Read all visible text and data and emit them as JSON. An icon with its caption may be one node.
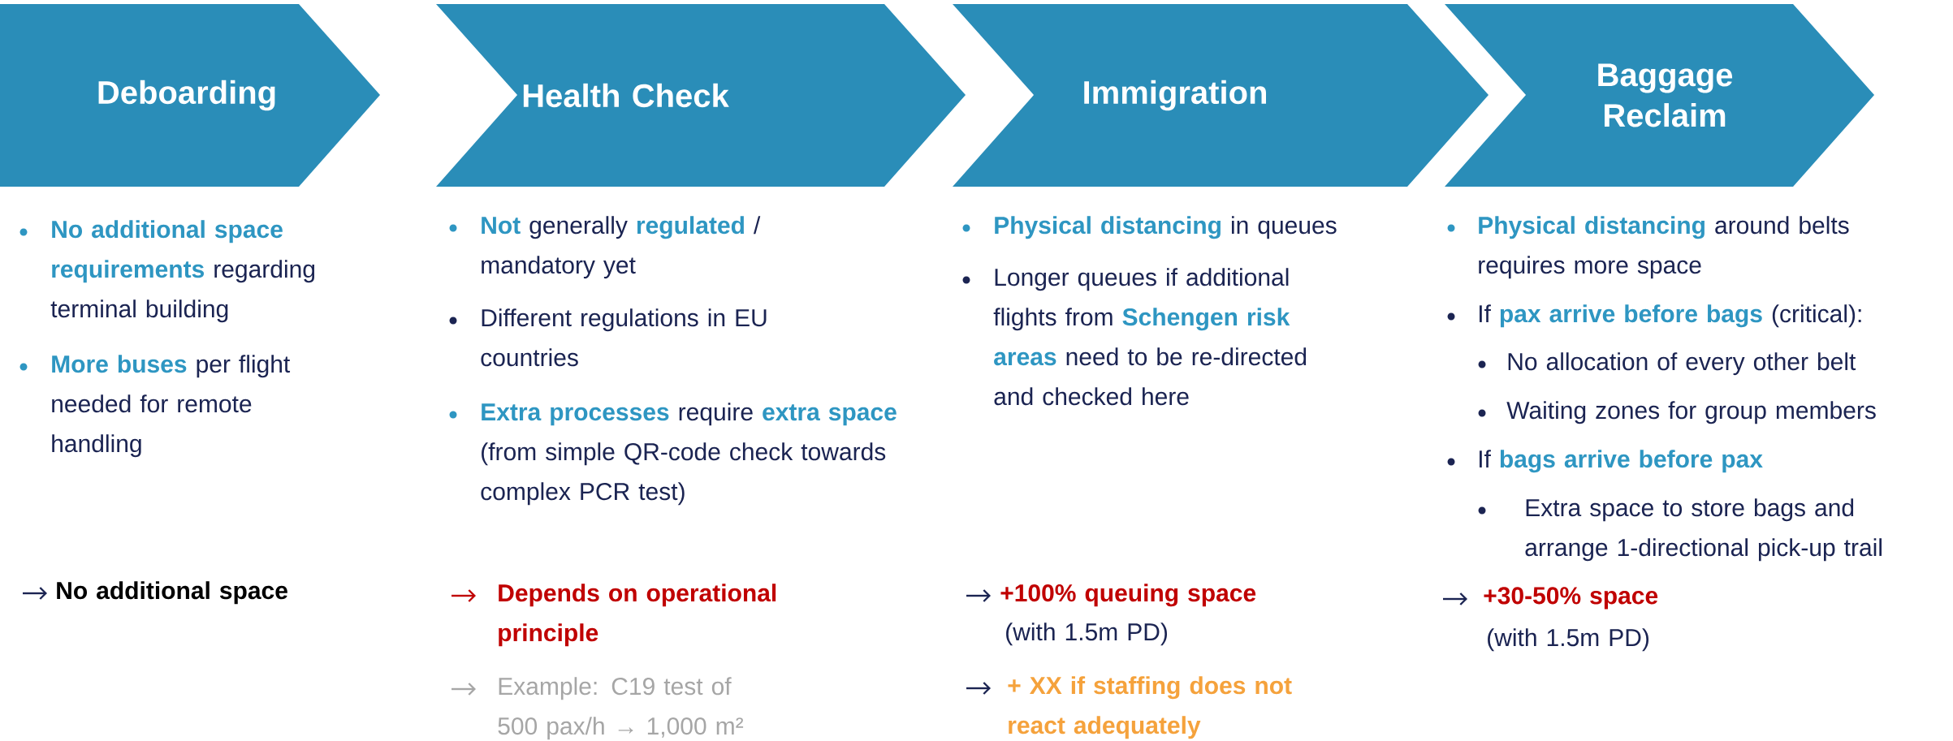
{
  "diagram": {
    "nodes": [
      {
        "text": [
          "Deboarding"
        ]
      },
      {
        "text": [
          "Health Check"
        ]
      },
      {
        "text": [
          "Immigration"
        ]
      },
      {
        "text": [
          "Baggage Reclaim"
        ]
      }
    ],
    "labels": [
      "**No additional space requirements** regarding terminal building",
      "**More buses** per flight needed for remote handling",
      "No additional space",
      "**Not** generally **regulated** / mandatory yet",
      "Different regulations in EU countries",
      "**Extra processes** require **extra space** (from simple QR-code check towards complex PCR test)",
      "Depends on operational principle",
      "Example: C19 test of 500 pax/h → 1,000 m²",
      "**Physical distancing** in queues",
      "Longer queues if additional flights from **Schengen risk areas** need to be re-directed and checked here",
      "+100% queuing space",
      "(with 1.5m PD)",
      "+ XX if staffing does not react adequately",
      "**Physical distancing** around belts requires more space",
      "If **pax arrive before bags** (critical):",
      "No allocation of every other belt",
      "Waiting zones for group members",
      "If **bags arrive before pax**",
      "Extra space to store bags and arrange 1-directional pick-up trail",
      "+30-50% space",
      "(with 1.5m PD)"
    ]
  }
}
